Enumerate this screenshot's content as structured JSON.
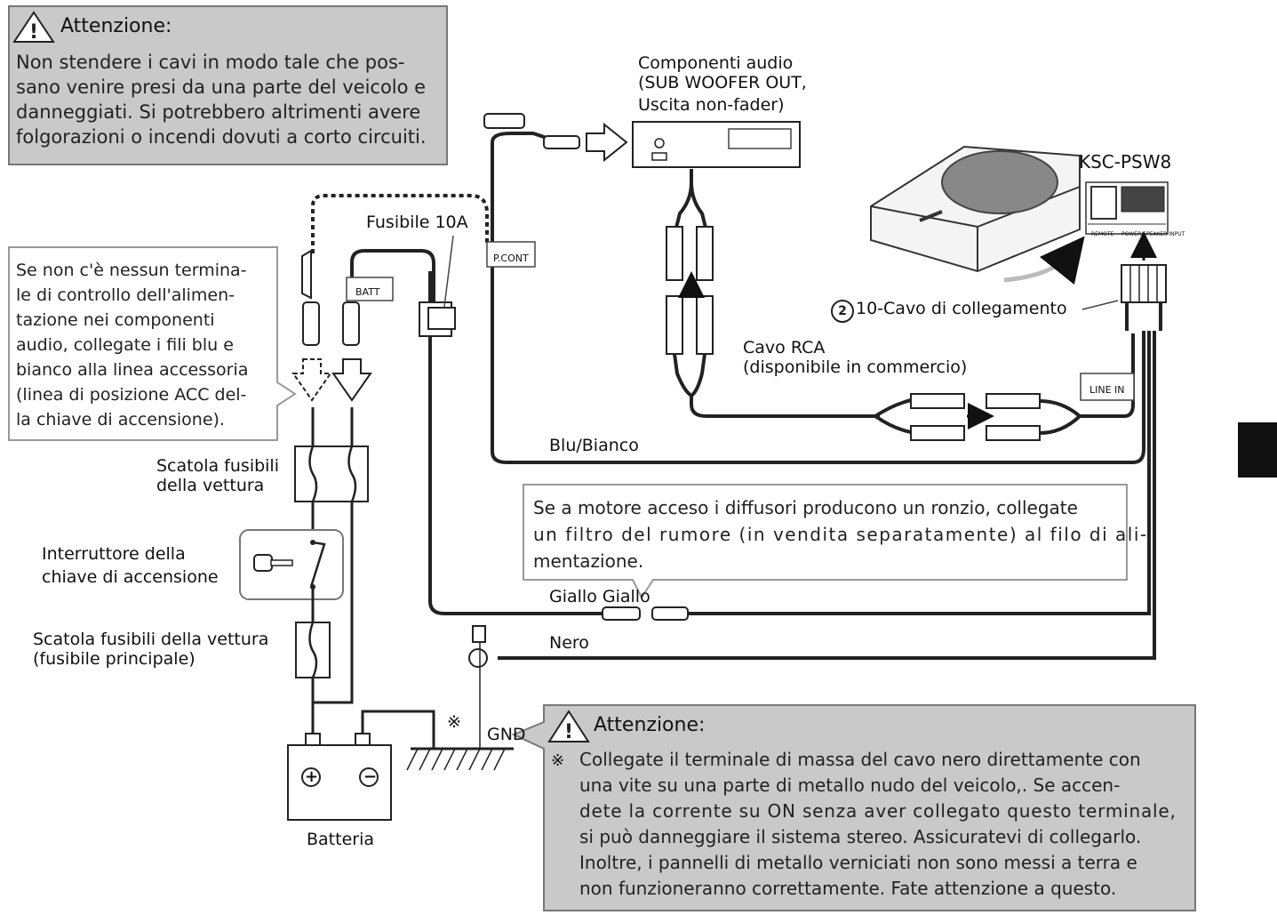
{
  "warning_top": {
    "title": "Attenzione:",
    "lines": [
      "Non stendere i cavi in modo tale che pos-",
      "sano venire presi da una parte del veicolo e",
      "danneggiati. Si potrebbero altrimenti avere",
      "folgorazioni o incendi dovuti a corto circuiti."
    ]
  },
  "note_left": {
    "lines": [
      "Se non c'è nessun termina-",
      "le di controllo dell'alimen-",
      "tazione nei componenti",
      "audio, collegate i fili blu e",
      "bianco alla linea accessoria",
      "(linea di posizione ACC del-",
      "la chiave di accensione)."
    ]
  },
  "note_noise": {
    "lines": [
      "Se a motore acceso i diffusori producono un ronzio, collegate",
      "un filtro del rumore (in vendita separatamente) al filo di ali-",
      "mentazione."
    ]
  },
  "warning_bottom": {
    "title": "Attenzione:",
    "mark": "※",
    "lines": [
      "Collegate il terminale di massa del cavo nero direttamente con",
      "una vite su una parte di metallo nudo del veicolo,. Se accen-",
      "dete la corrente su ON senza aver collegato questo terminale,",
      "si può danneggiare il sistema stereo. Assicuratevi di collegarlo.",
      "Inoltre, i pannelli di metallo verniciati non sono messi a terra e",
      "non funzioneranno correttamente. Fate attenzione a questo."
    ]
  },
  "labels": {
    "audio_component": [
      "Componenti audio",
      "(SUB WOOFER OUT,",
      "Uscita non-fader)"
    ],
    "model": "KSC-PSW8",
    "fuse": "Fusibile 10A",
    "pcont": "P.CONT",
    "batt": "BATT",
    "cable_10": "10-Cavo di collegamento",
    "cable_10_num": "2",
    "rca_cable": [
      "Cavo RCA",
      "(disponibile in commercio)"
    ],
    "line_in": "LINE IN",
    "blue_white": "Blu/Bianco",
    "yellow": "Giallo Giallo",
    "black": "Nero",
    "gnd": "GND",
    "ground_mark": "※",
    "fuse_box_1": [
      "Scatola fusibili",
      "della vettura"
    ],
    "ignition": [
      "Interruttore della",
      "chiave di accensione"
    ],
    "fuse_box_2": [
      "Scatola fusibili della vettura",
      "(fusibile principale)"
    ],
    "battery": "Batteria",
    "battery_plus": "+",
    "battery_minus": "−",
    "remote_tiny": "REMOTE",
    "speaker_tiny": "POWER/SPEAKER INPUT"
  },
  "colors": {
    "warning_bg": "#c9c9c9",
    "note_border": "#999999",
    "wire": "#1a1a1a"
  }
}
